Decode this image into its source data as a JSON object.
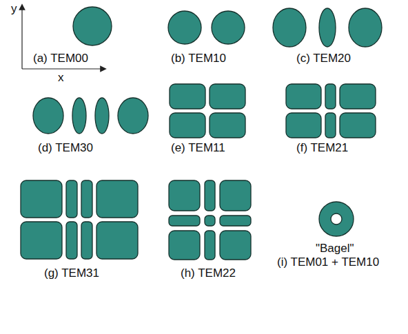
{
  "diagram": {
    "labels": [
      "y",
      "x",
      "(a) TEM00",
      "(b) TEM10",
      "(c) TEM20",
      "(d) TEM30",
      "(e) TEM11",
      "(f) TEM21",
      "(g) TEM31",
      "(h) TEM22",
      "\"Bagel\"",
      "(i) TEM01 + TEM10"
    ]
  }
}
